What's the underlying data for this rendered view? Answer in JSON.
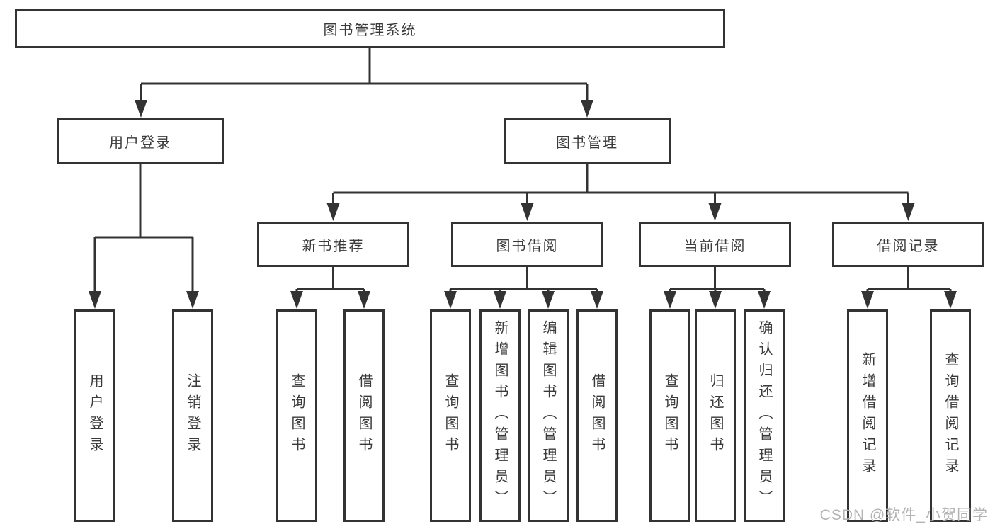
{
  "diagram": {
    "root": {
      "label": "图书管理系统"
    },
    "branches": [
      {
        "label": "用户登录",
        "children": [
          {
            "label": "用户登录"
          },
          {
            "label": "注销登录"
          }
        ]
      },
      {
        "label": "图书管理",
        "sections": [
          {
            "label": "新书推荐",
            "children": [
              {
                "label": "查询图书"
              },
              {
                "label": "借阅图书"
              }
            ]
          },
          {
            "label": "图书借阅",
            "children": [
              {
                "label": "查询图书"
              },
              {
                "label": "新增图书（管理员）"
              },
              {
                "label": "编辑图书（管理员）"
              },
              {
                "label": "借阅图书"
              }
            ]
          },
          {
            "label": "当前借阅",
            "children": [
              {
                "label": "查询图书"
              },
              {
                "label": "归还图书"
              },
              {
                "label": "确认归还（管理员）"
              }
            ]
          },
          {
            "label": "借阅记录",
            "children": [
              {
                "label": "新增借阅记录"
              },
              {
                "label": "查询借阅记录"
              }
            ]
          }
        ]
      }
    ]
  },
  "watermark": {
    "text": "CSDN @软件_小贺同学"
  },
  "colors": {
    "line": "#333333",
    "text": "#3a3a3a",
    "watermark": "#b3b3b3",
    "background": "#ffffff"
  }
}
